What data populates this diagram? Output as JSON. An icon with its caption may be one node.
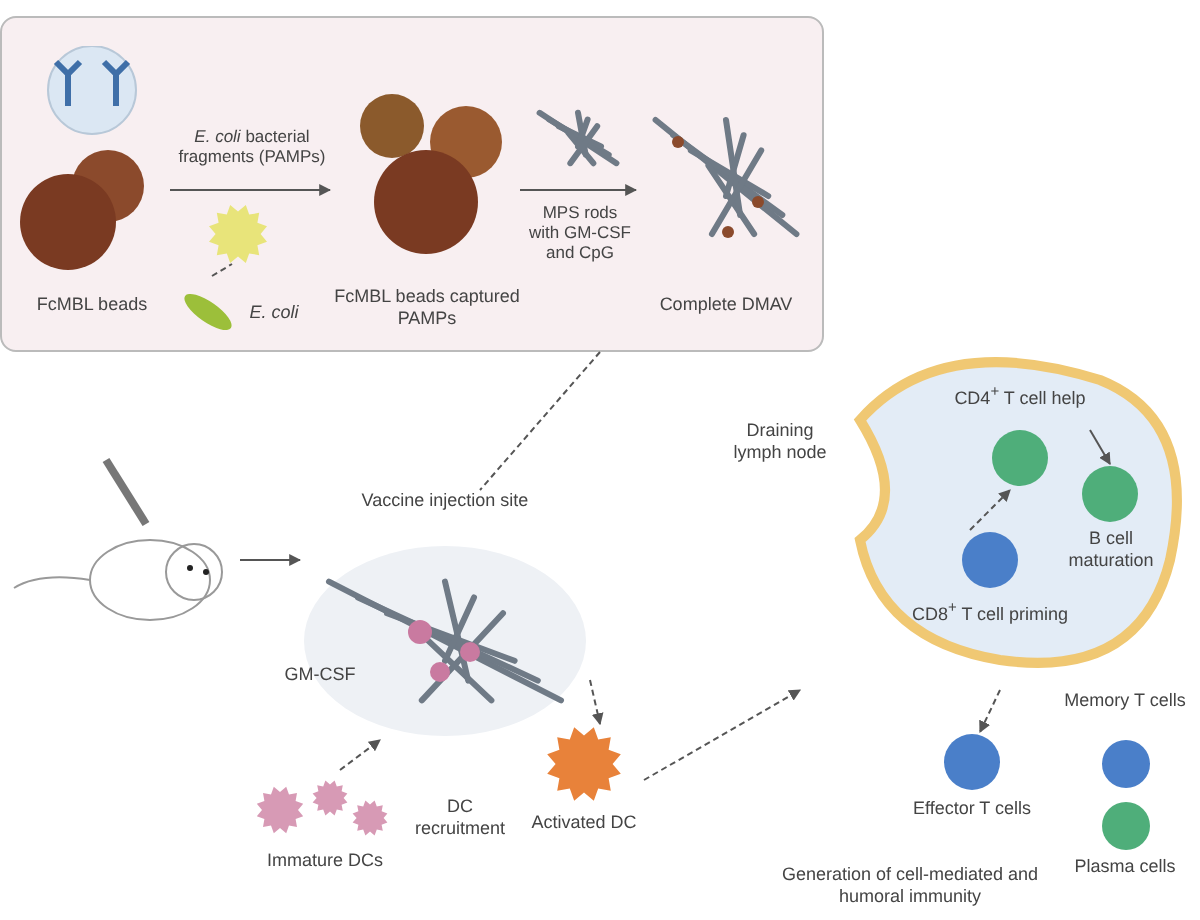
{
  "diagram": {
    "nodes": [
      {
        "text": [],
        "shape": "box"
      },
      {
        "text": [
          "FcMBL beads"
        ],
        "in": 0
      },
      {
        "text": [
          "E. coli"
        ],
        "in": 0
      },
      {
        "text": [],
        "shape": "picture",
        "in": 0
      },
      {
        "text": [
          "FcMBL beads captured PAMPs"
        ],
        "in": 0
      },
      {
        "text": [
          "Complete DMAV"
        ],
        "in": 0
      },
      {
        "text": [],
        "shape": "picture"
      },
      {
        "text": [
          "Vaccine injection site"
        ]
      },
      {
        "text": [
          "Immature DCs"
        ]
      },
      {
        "text": [
          "Activated DC"
        ]
      },
      {
        "text": [
          "Draining lymph node"
        ]
      },
      {
        "text": [
          "CD4$^{+}$ T cell help"
        ],
        "in": 10
      },
      {
        "text": [
          "B cell maturation"
        ],
        "in": 10
      },
      {
        "text": [
          "CD8$^{+}$ T cell priming"
        ],
        "in": 10
      },
      {
        "text": [
          "Memory T cells"
        ]
      },
      {
        "text": [
          "Effector T cells"
        ]
      },
      {
        "text": [
          "Plasma cells"
        ]
      }
    ],
    "edges": [
      {
        "from": 1,
        "to": 4,
        "arrow": "to",
        "label": "*E. coli* bacterial fragments (PAMPs)"
      },
      {
        "from": 2,
        "to": 3,
        "arrow": "none",
        "style": "dashed"
      },
      {
        "from": 4,
        "to": 5,
        "arrow": "to",
        "label": "MPS rods with GM-CSF and CpG"
      },
      {
        "from": 0,
        "to": 7,
        "arrow": "none",
        "style": "dashed"
      },
      {
        "from": 6,
        "to": 7,
        "arrow": "to"
      },
      {
        "from": 8,
        "to": 7,
        "arrow": "to",
        "style": "dashed"
      },
      {
        "from": 7,
        "to": 9,
        "arrow": "to",
        "style": "dashed"
      },
      {
        "from": 9,
        "to": 10,
        "arrow": "to",
        "style": "dashed"
      },
      {
        "from": 13,
        "to": 11,
        "arrow": "to",
        "style": "dashed"
      },
      {
        "from": 11,
        "to": 12,
        "arrow": "to"
      },
      {
        "from": 10,
        "to": 15,
        "arrow": "to",
        "style": "dashed"
      }
    ],
    "labels": [
      "GM-CSF",
      "DC recruitment",
      "Generation of cell-mediated and humoral immunity"
    ]
  }
}
